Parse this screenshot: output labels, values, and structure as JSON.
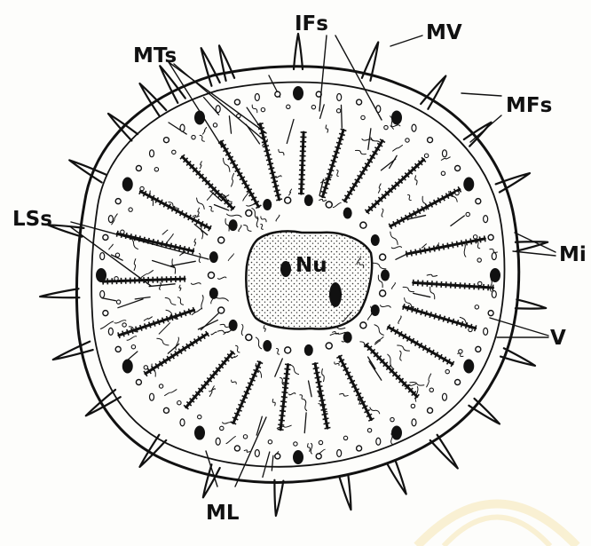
{
  "figure": {
    "labels": {
      "ifs": "IFs",
      "mv": "MV",
      "mts": "MTs",
      "mfs": "MFs",
      "lss": "LSs",
      "mi": "Mi",
      "nu": "Nu",
      "v": "V",
      "ml": "ML"
    },
    "colors": {
      "ink": "#111111",
      "paper": "#fdfdfb",
      "watermark": "#f2d98a"
    }
  }
}
